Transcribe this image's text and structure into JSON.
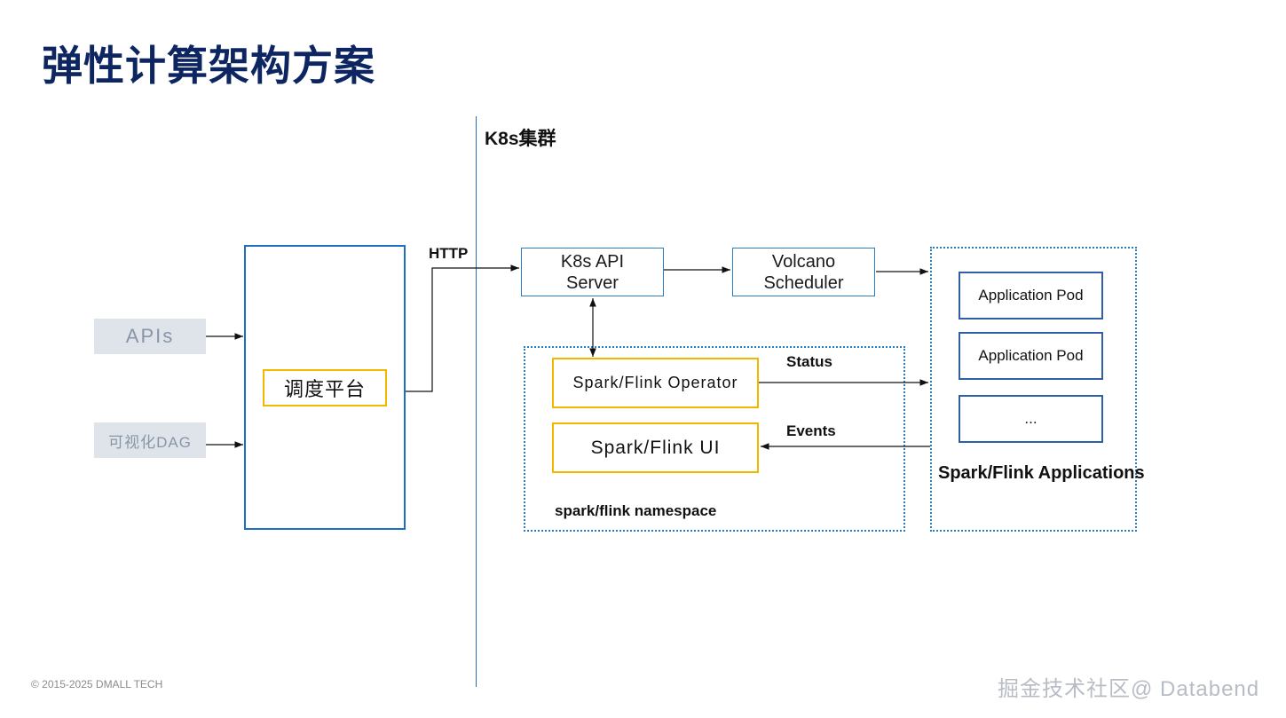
{
  "title": "弹性计算架构方案",
  "cluster_label": "K8s集群",
  "inputs": {
    "apis": "APIs",
    "dag": "可视化DAG"
  },
  "scheduler_platform": "调度平台",
  "http_label": "HTTP",
  "k8s_api_server": {
    "line1": "K8s API",
    "line2": "Server"
  },
  "volcano_scheduler": {
    "line1": "Volcano",
    "line2": "Scheduler"
  },
  "operator": "Spark/Flink Operator",
  "ui": "Spark/Flink UI",
  "namespace_label": "spark/flink namespace",
  "status_label": "Status",
  "events_label": "Events",
  "pods": [
    "Application Pod",
    "Application Pod",
    "..."
  ],
  "applications_label": "Spark/Flink Applications",
  "footer": "© 2015-2025 DMALL TECH",
  "watermark": "掘金技术社区@ Databend",
  "colors": {
    "title": "#0d2560",
    "blue_border": "#1f6fbf",
    "yellow_border": "#f2b800",
    "input_bg": "#dfe3ea"
  }
}
